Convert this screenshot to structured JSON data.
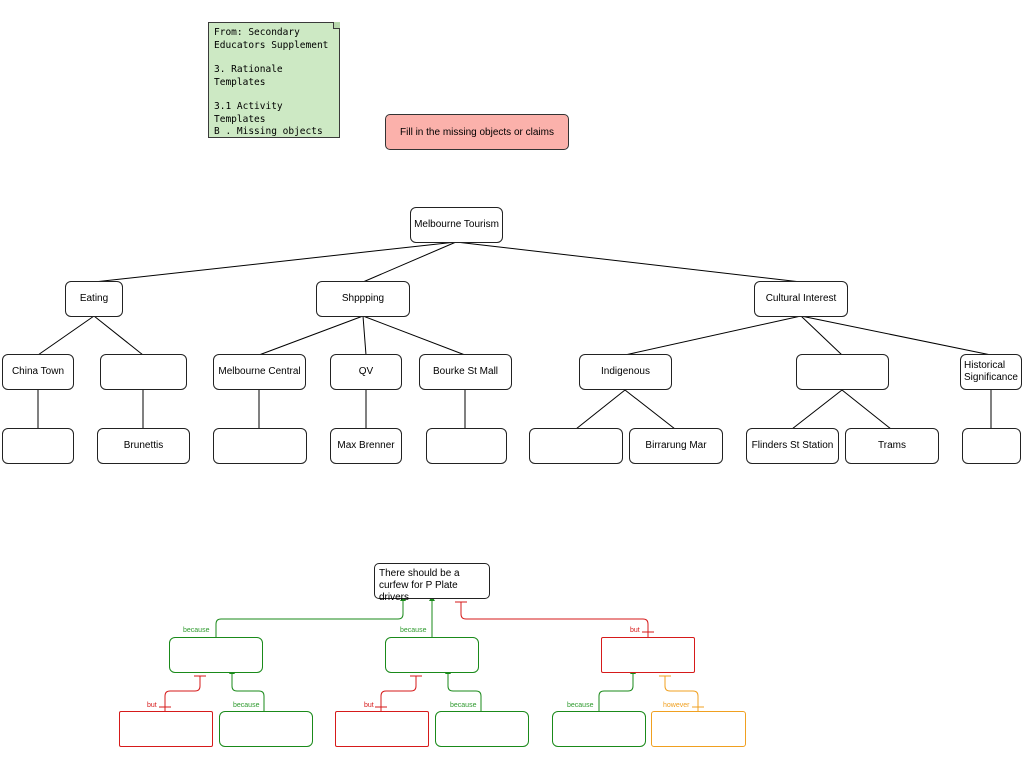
{
  "note": {
    "line1": "From: Secondary Educators Supplement",
    "line2": "3. Rationale Templates",
    "line3": "3.1 Activity Templates",
    "line4": "B . Missing objects and Concepts",
    "link": "Secondary Educator's Supplement"
  },
  "banner": "Fill in the missing objects or claims",
  "tree": {
    "root": "Melbourne Tourism",
    "categories": {
      "eating": "Eating",
      "shopping": "Shppping",
      "cultural": "Cultural Interest"
    },
    "level2": {
      "china_town": "China Town",
      "eating_blank": "",
      "melbourne_central": "Melbourne Central",
      "qv": "QV",
      "bourke_st_mall": "Bourke St Mall",
      "indigenous": "Indigenous",
      "cultural_blank": "",
      "historical": "Historical Significance"
    },
    "level3": {
      "china_town_blank": "",
      "brunettis": "Brunettis",
      "melbourne_central_blank": "",
      "max_brenner": "Max Brenner",
      "bourke_blank": "",
      "indigenous_blank": "",
      "birrarung_mar": "Birrarung Mar",
      "flinders_st_station": "Flinders St Station",
      "trams": "Trams",
      "historical_blank": ""
    }
  },
  "argument": {
    "claim": "There should be a curfew for P Plate drivers",
    "labels": {
      "because": "because",
      "but": "but",
      "however": "however"
    },
    "colors": {
      "because": "#1a8a1a",
      "but": "#d61a1a",
      "however": "#f0a020"
    }
  }
}
